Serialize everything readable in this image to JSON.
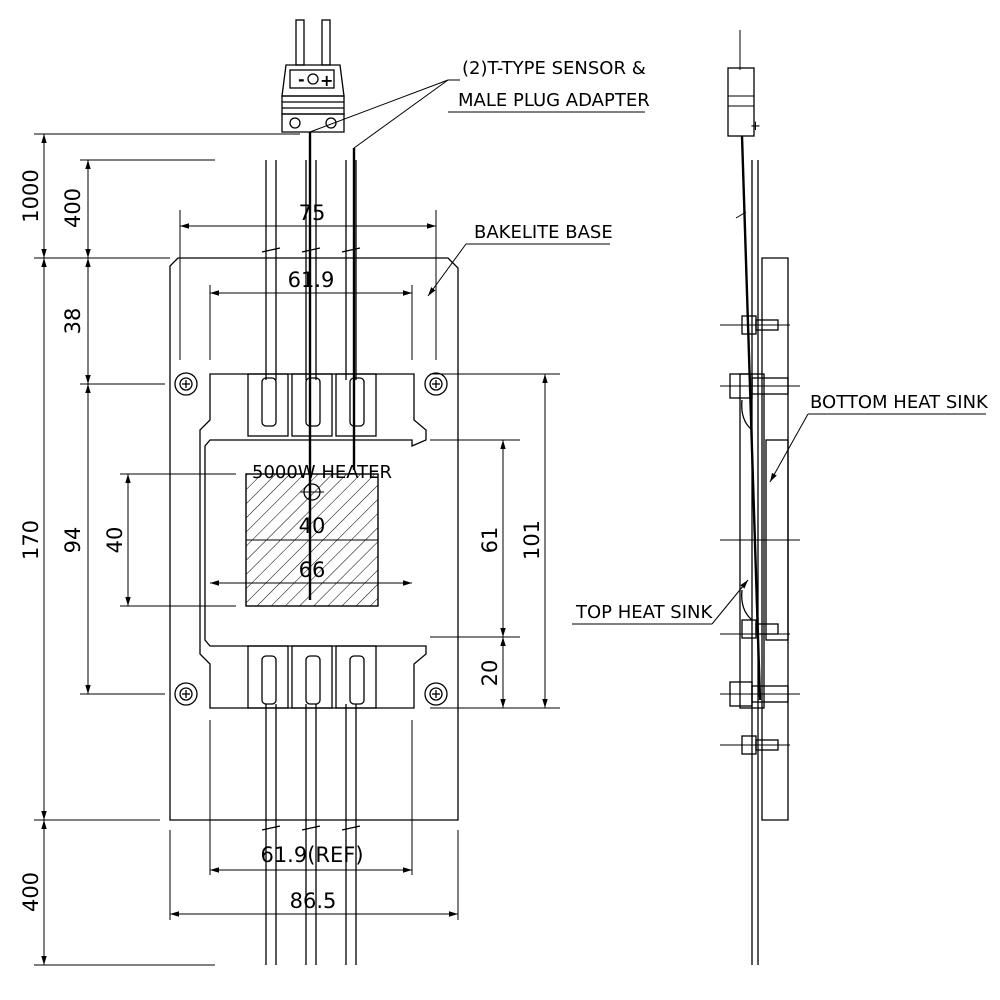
{
  "labels": {
    "sensor_line1": "(2)T-TYPE SENSOR &",
    "sensor_line2": "MALE PLUG ADAPTER",
    "bakelite_base": "BAKELITE BASE",
    "bottom_heat_sink": "BOTTOM HEAT SINK",
    "top_heat_sink": "TOP HEAT SINK",
    "heater": "5000W HEATER"
  },
  "dimensions": {
    "lead_top_total": "1000",
    "lead_top_segment": "400",
    "mount_offset": "38",
    "base_height": "170",
    "mount_pitch": "94",
    "heater_height": "40",
    "heater_height_inner": "40",
    "heat_sink_span": "61",
    "plate_height": "101",
    "bottom_offset": "20",
    "width_top": "75",
    "width_inner_top": "61.9",
    "heater_width": "66",
    "width_ref": "61.9(REF)",
    "base_width": "86.5",
    "lead_bottom": "400"
  },
  "connector_symbols": {
    "minus": "-",
    "plus": "+"
  }
}
